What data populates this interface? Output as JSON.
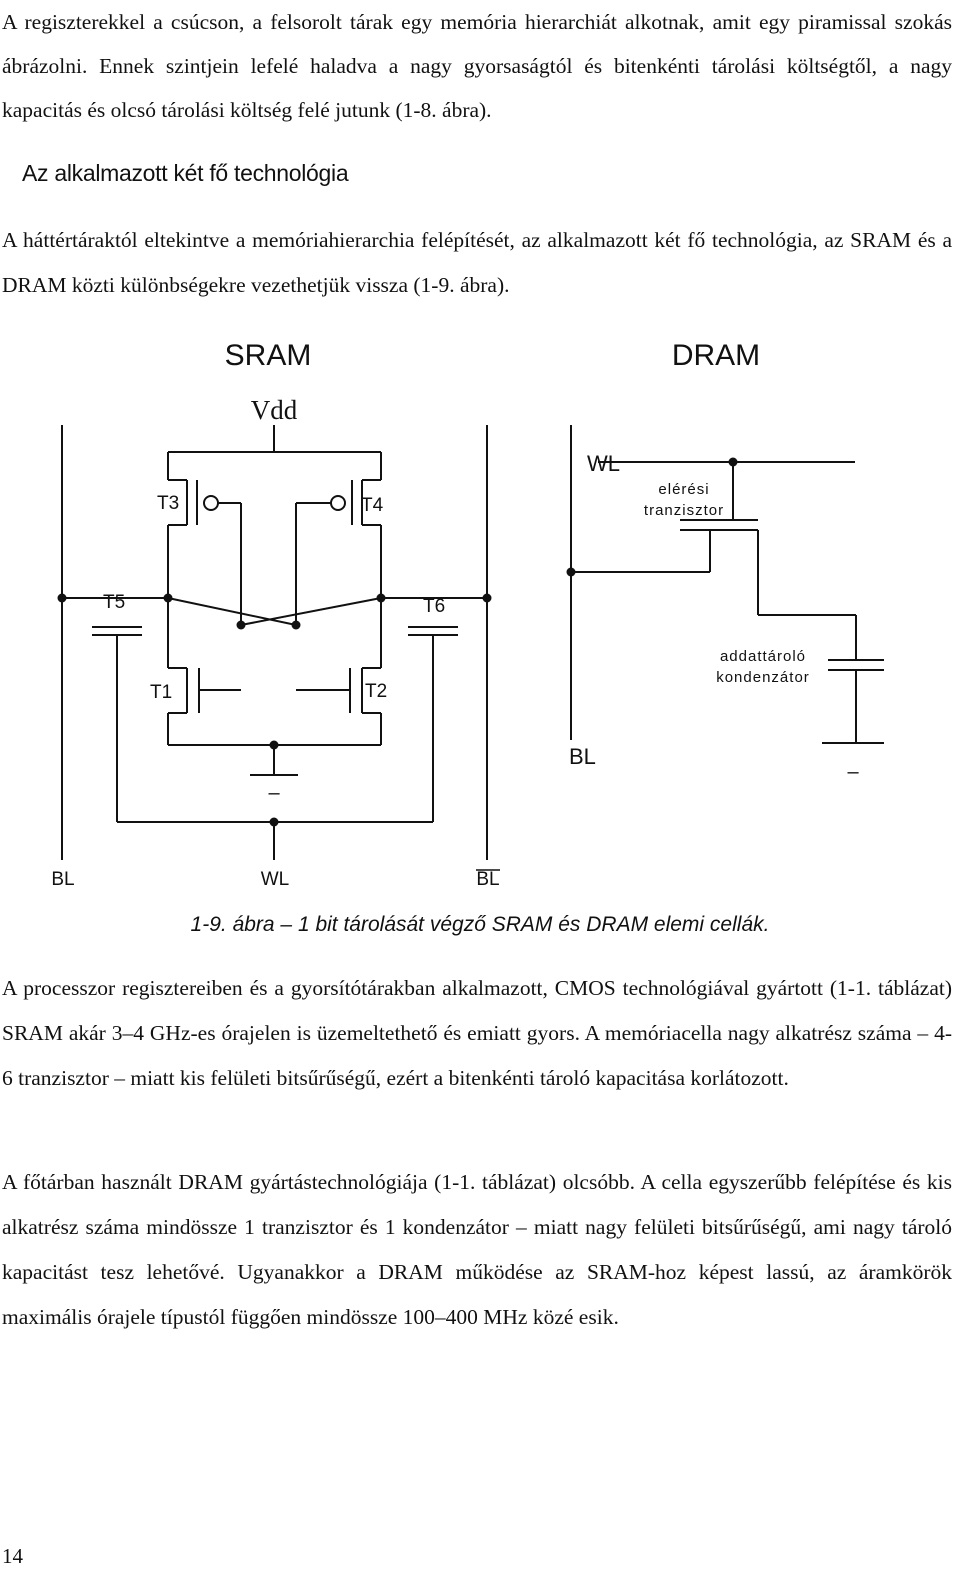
{
  "text": {
    "p1": "A regiszterekkel a csúcson, a felsorolt tárak egy memória hierarchiát alkotnak, amit egy piramissal szokás ábrázolni. Ennek szintjein lefelé haladva a nagy gyorsaságtól és bitenkénti tárolási költségtől, a nagy kapacitás és olcsó tárolási költség felé jutunk (1-8. ábra).",
    "heading": "Az alkalmazott két fő technológia",
    "p2": "A háttértáraktól eltekintve a memóriahierarchia felépítését, az alkalmazott két fő technológia, az SRAM és a DRAM közti különbségekre vezethetjük vissza (1-9. ábra).",
    "caption": "1-9. ábra – 1 bit tárolását végző SRAM és DRAM elemi cellák.",
    "p3": "A processzor regisztereiben és a gyorsítótárakban alkalmazott, CMOS technológiával gyártott (1-1. táblázat) SRAM akár 3–4 GHz-es órajelen is üzemeltethető és emiatt gyors. A memóriacella nagy alkatrész száma – 4-6 tranzisztor – miatt kis felületi bitsűrűségű, ezért a bitenkénti tároló kapacitása korlátozott.",
    "p4": "A főtárban használt DRAM gyártástechnológiája (1-1. táblázat) olcsóbb. A cella egyszerűbb felépítése és kis alkatrész száma mindössze 1 tranzisztor és 1 kondenzátor – miatt nagy felületi bitsűrűségű, ami nagy tároló kapacitást tesz lehetővé. Ugyanakkor a DRAM működése az SRAM-hoz képest lassú, az áramkörök maximális órajele típustól függően mindössze 100–400 MHz közé esik.",
    "page_number": "14"
  },
  "figure": {
    "sram_title": "SRAM",
    "dram_title": "DRAM",
    "vdd": "Vdd",
    "t1": "T1",
    "t2": "T2",
    "t3": "T3",
    "t4": "T4",
    "t5": "T5",
    "t6": "T6",
    "sram_bl_left": "BL",
    "sram_wl": "WL",
    "sram_bl_right": "BL",
    "ground_minus": "–",
    "dram_wl": "WL",
    "dram_access_transistor": [
      "elérési",
      "tranzisztor"
    ],
    "dram_capacitor": [
      "addattároló",
      "kondenzátor"
    ],
    "dram_bl": "BL"
  }
}
